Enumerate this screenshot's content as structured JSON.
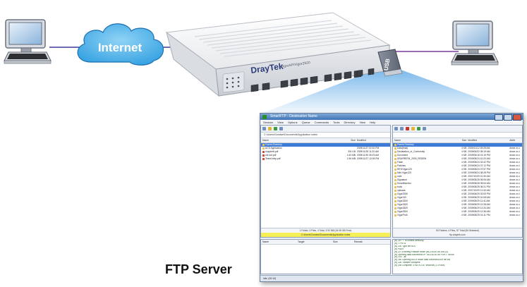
{
  "diagram": {
    "internet_label": "Internet",
    "ftp_label": "FTP Server",
    "usb_label": "USB",
    "router_brand": "DrayTek",
    "router_model": "VigorAP/Vigor2920"
  },
  "ftp_window": {
    "title": "SmartFTP - Destination Name",
    "menu": [
      "Session",
      "View",
      "Options",
      "Queue",
      "Commands",
      "Tools",
      "Directory",
      "View",
      "Help"
    ],
    "left": {
      "address": "C:\\Users\\Gondwe\\Documents\\Application notes",
      "columns": [
        "Name",
        "Size",
        "Modified"
      ],
      "rows": [
        {
          "name": "Parent Directory",
          "size": "",
          "modified": "",
          "icon": "folder",
          "selected": true
        },
        {
          "name": "ACS Application",
          "size": "",
          "modified": "2009/11/27 02:51 PM",
          "icon": "folder"
        },
        {
          "name": "chapter8.pdf",
          "size": "331 KB",
          "modified": "2009/11/28 11:20 AM",
          "icon": "pdf"
        },
        {
          "name": "vdr-sol.pdf",
          "size": "1.63 MB",
          "modified": "2009/11/30 05:23 AM",
          "icon": "pdf"
        },
        {
          "name": "TeamLinkp.pdf",
          "size": "1.96 MB",
          "modified": "2009/11/27 12:06 PM",
          "icon": "pdf"
        }
      ],
      "status_line": "1 Folder, 3 Files, 4 Total, 3.92 MB (18.28 GB Free)",
      "status_path": "C:\\Users\\Gondwe\\Documents\\Application notes"
    },
    "right": {
      "columns": [
        "Name",
        "Size",
        "Modified",
        "Attrib"
      ],
      "rows": [
        {
          "name": "Parent Directory",
          "size": "",
          "modified": "",
          "attrib": "",
          "icon": "folder",
          "selected": true
        },
        {
          "name": "Data(final)",
          "size": "4 KB",
          "modified": "2009/11/12 05:28 AM",
          "attrib": "drwxr-xr-x",
          "icon": "folder"
        },
        {
          "name": "Declaration_of_Conformity",
          "size": "4 KB",
          "modified": "2009/06/02 05:19 AM",
          "attrib": "drwxr-xr-x",
          "icon": "folder"
        },
        {
          "name": "Document",
          "size": "4 KB",
          "modified": "2009/06/18 01:19 PM",
          "attrib": "drwxr-xr-x",
          "icon": "folder"
        },
        {
          "name": "DRAYREFM_2009_REDEM",
          "size": "4 KB",
          "modified": "2009/08/24 10:20 AM",
          "attrib": "drwxr-xr-x",
          "icon": "folder"
        },
        {
          "name": "Flash",
          "size": "4 KB",
          "modified": "2009/08/24 02:42 PM",
          "attrib": "drwxr-xr-x",
          "icon": "folder"
        },
        {
          "name": "Patches",
          "size": "4 KB",
          "modified": "2009/08/24 07:12 PM",
          "attrib": "drwxr-xr-x",
          "icon": "folder"
        },
        {
          "name": "RES/Vigor120",
          "size": "4 KB",
          "modified": "2009/08/24 07:57 PM",
          "attrib": "drwxr-xr-x",
          "icon": "folder"
        },
        {
          "name": "Mini Vigor120",
          "size": "4 KB",
          "modified": "2009/08/24 08:28 PM",
          "attrib": "drwxr-xr-x",
          "icon": "folder"
        },
        {
          "name": "note",
          "size": "4 KB",
          "modified": "2007/10/09 10:30 AM",
          "attrib": "drwxr-xr-x",
          "icon": "folder"
        },
        {
          "name": "Signature",
          "size": "4 KB",
          "modified": "2009/08/28 05:06 AM",
          "attrib": "drwxr-xr-x",
          "icon": "folder"
        },
        {
          "name": "SmartMonitor",
          "size": "4 KB",
          "modified": "2009/08/28 05:53 AM",
          "attrib": "drwxr-xr-x",
          "icon": "folder"
        },
        {
          "name": "tools",
          "size": "4 KB",
          "modified": "2009/08/28 06:31 PM",
          "attrib": "drwxr-xr-x",
          "icon": "folder"
        },
        {
          "name": "uploads",
          "size": "4 KB",
          "modified": "2007/10/09 12:40 AM",
          "attrib": "drwxr-xr-x",
          "icon": "folder"
        },
        {
          "name": "Vigor2930",
          "size": "4 KB",
          "modified": "2009/08/29 02:53 PM",
          "attrib": "drwxr-xr-x",
          "icon": "folder"
        },
        {
          "name": "Vigor310",
          "size": "4 KB",
          "modified": "2009/08/29 10:08 AM",
          "attrib": "drwxr-xr-x",
          "icon": "folder"
        },
        {
          "name": "Vigor3200",
          "size": "4 KB",
          "modified": "2009/08/29 11:41 AM",
          "attrib": "drwxr-xr-x",
          "icon": "folder"
        },
        {
          "name": "Vigor3300",
          "size": "4 KB",
          "modified": "2009/08/29 12:28 AM",
          "attrib": "drwxr-xr-x",
          "icon": "folder"
        },
        {
          "name": "Vigor2820",
          "size": "4 KB",
          "modified": "2009/08/29 12:34 AM",
          "attrib": "drwxr-xr-x",
          "icon": "folder"
        },
        {
          "name": "Vigor2500",
          "size": "4 KB",
          "modified": "2009/08/29 12:36 AM",
          "attrib": "drwxr-xr-x",
          "icon": "folder"
        },
        {
          "name": "VigorPro5",
          "size": "4 KB",
          "modified": "2009/08/29 01:11 PM",
          "attrib": "drwxr-xr-x",
          "icon": "folder"
        }
      ],
      "status_line": "53 Folders, 4 Files, 57 Total (54 Selected)",
      "status_path": "ftp.draytek.com"
    },
    "queue": {
      "columns": [
        "Name",
        "Target",
        "Size",
        "Remark"
      ]
    },
    "log": [
      "[R] 257 \"/\" is current directory.",
      "[R] TYPE A",
      "[R] 200 Type set to A.",
      "[R] PASV",
      "[R] 227 Entering Passive Mode (85,226,40,56,156,22)",
      "[R] Opening data connection IP: 85.226.40.56 PORT: 39446",
      "[R] LIST -aL",
      "[R] 150 Opening ASCII mode data connection for file list",
      "[R] 226 Transfer complete",
      "[R] List Complete: 4 KB in 2.87 seconds (1.0 KB/s)"
    ],
    "status": "Idle. (00:10)"
  }
}
